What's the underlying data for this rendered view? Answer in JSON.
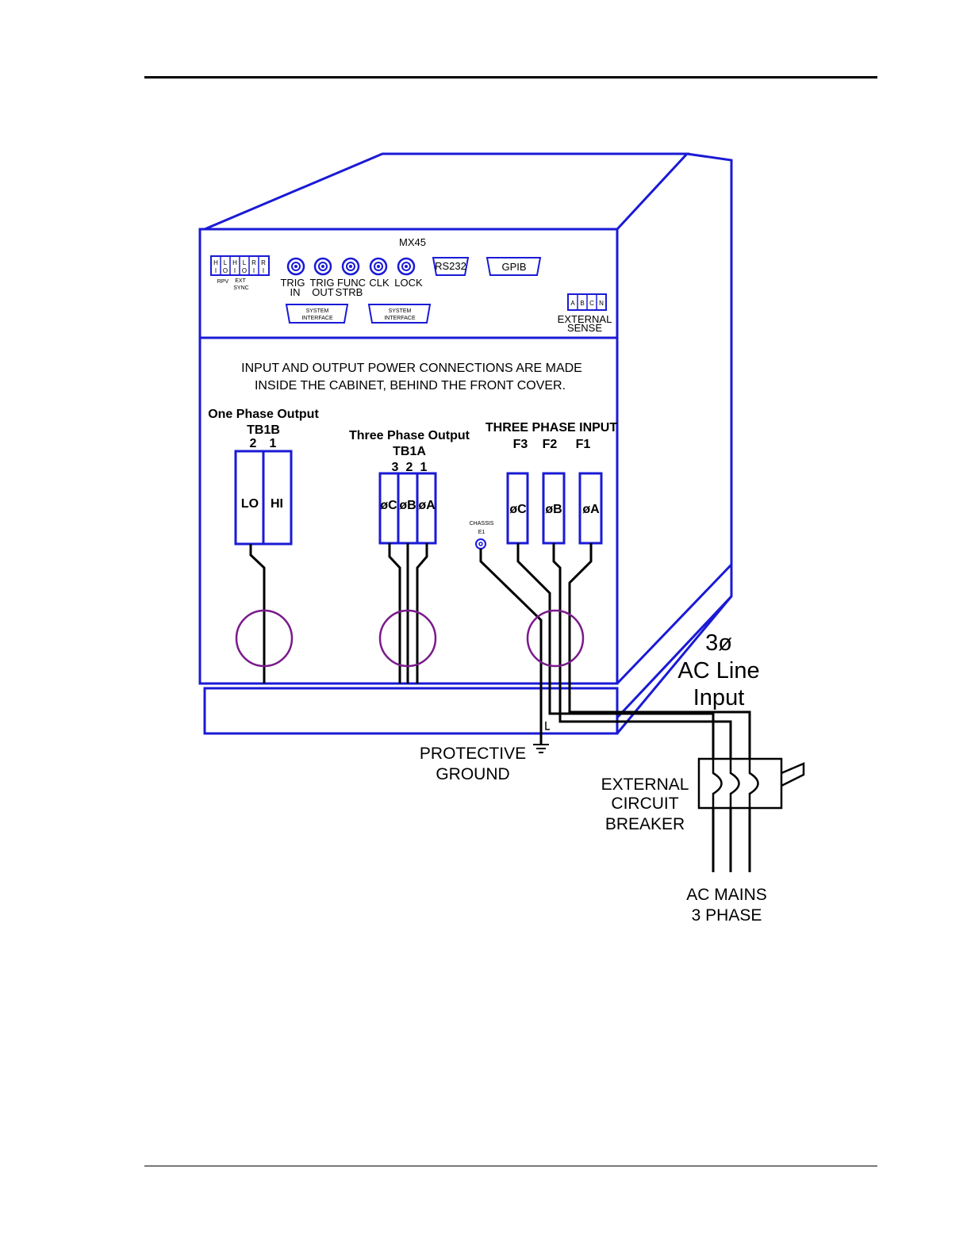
{
  "colors": {
    "cabinet": "#1a1ad6",
    "ferrite": "#7a1a8a",
    "wire": "#000000"
  },
  "header": {
    "model": "MX45"
  },
  "rear_panel": {
    "aux_terminals": [
      "H",
      "L",
      "H",
      "L",
      "R",
      "R"
    ],
    "aux_terminals_sub": [
      "I",
      "O",
      "I",
      "O",
      "I",
      "I"
    ],
    "aux_label_rpv": "RPV",
    "aux_label_ext": "EXT",
    "aux_label_sync": "SYNC",
    "bnc_labels": [
      "TRIG",
      "TRIG",
      "FUNC",
      "CLK",
      "LOCK"
    ],
    "bnc_sublabels": [
      "IN",
      "OUT",
      "STRB"
    ],
    "rs232": "RS232",
    "gpib": "GPIB",
    "system_interface_1a": "SYSTEM",
    "system_interface_1b": "INTERFACE",
    "system_interface_2a": "SYSTEM",
    "system_interface_2b": "INTERFACE",
    "sense_terminals": [
      "A",
      "B",
      "C",
      "N"
    ],
    "sense_label_1": "EXTERNAL",
    "sense_label_2": "SENSE"
  },
  "notice": {
    "line1": "INPUT AND OUTPUT POWER CONNECTIONS ARE MADE",
    "line2": "INSIDE THE CABINET, BEHIND THE FRONT COVER."
  },
  "one_phase": {
    "title": "One Phase Output",
    "block": "TB1B",
    "pins": [
      "2",
      "1"
    ],
    "terminals": [
      "LO",
      "HI"
    ]
  },
  "three_phase_out": {
    "title": "Three Phase Output",
    "block": "TB1A",
    "pins": [
      "3",
      "2",
      "1"
    ],
    "terminals": [
      "øC",
      "øB",
      "øA"
    ]
  },
  "three_phase_in": {
    "title": "THREE PHASE INPUT",
    "pins": [
      "F3",
      "F2",
      "F1"
    ],
    "terminals": [
      "øC",
      "øB",
      "øA"
    ],
    "chassis_1": "CHASSIS",
    "chassis_2": "E1"
  },
  "labels": {
    "ac_line_1": "3ø",
    "ac_line_2": "AC Line",
    "ac_line_3": "Input",
    "protective_1": "PROTECTIVE",
    "protective_2": "GROUND",
    "breaker_1": "EXTERNAL",
    "breaker_2": "CIRCUIT",
    "breaker_3": "BREAKER",
    "mains_1": "AC MAINS",
    "mains_2": "3 PHASE"
  }
}
